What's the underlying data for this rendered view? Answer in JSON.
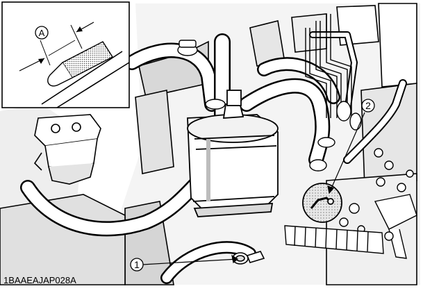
{
  "figure": {
    "callout_inset": "A",
    "callout_1": "1",
    "callout_2": "2",
    "figure_code": "1BAAEAJAP028A"
  },
  "colors": {
    "background": "#ffffff",
    "line": "#000000",
    "shadow": "#bdbdbd",
    "hatch": "#9a9a9a"
  }
}
